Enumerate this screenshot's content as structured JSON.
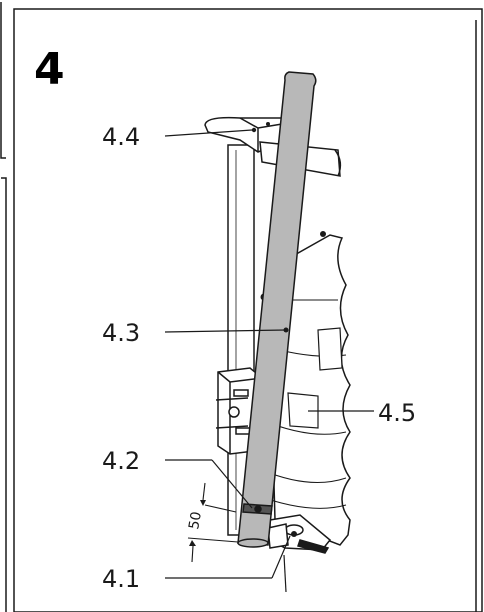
{
  "step": {
    "number": "4"
  },
  "callouts": [
    {
      "id": "4.4",
      "label": "4.4"
    },
    {
      "id": "4.3",
      "label": "4.3"
    },
    {
      "id": "4.5",
      "label": "4.5"
    },
    {
      "id": "4.2",
      "label": "4.2"
    },
    {
      "id": "4.1",
      "label": "4.1"
    }
  ],
  "dimension": {
    "value": "50"
  },
  "colors": {
    "stroke": "#1a1a1a",
    "hose": "#b8b8b8",
    "panel": "#ffffff"
  }
}
